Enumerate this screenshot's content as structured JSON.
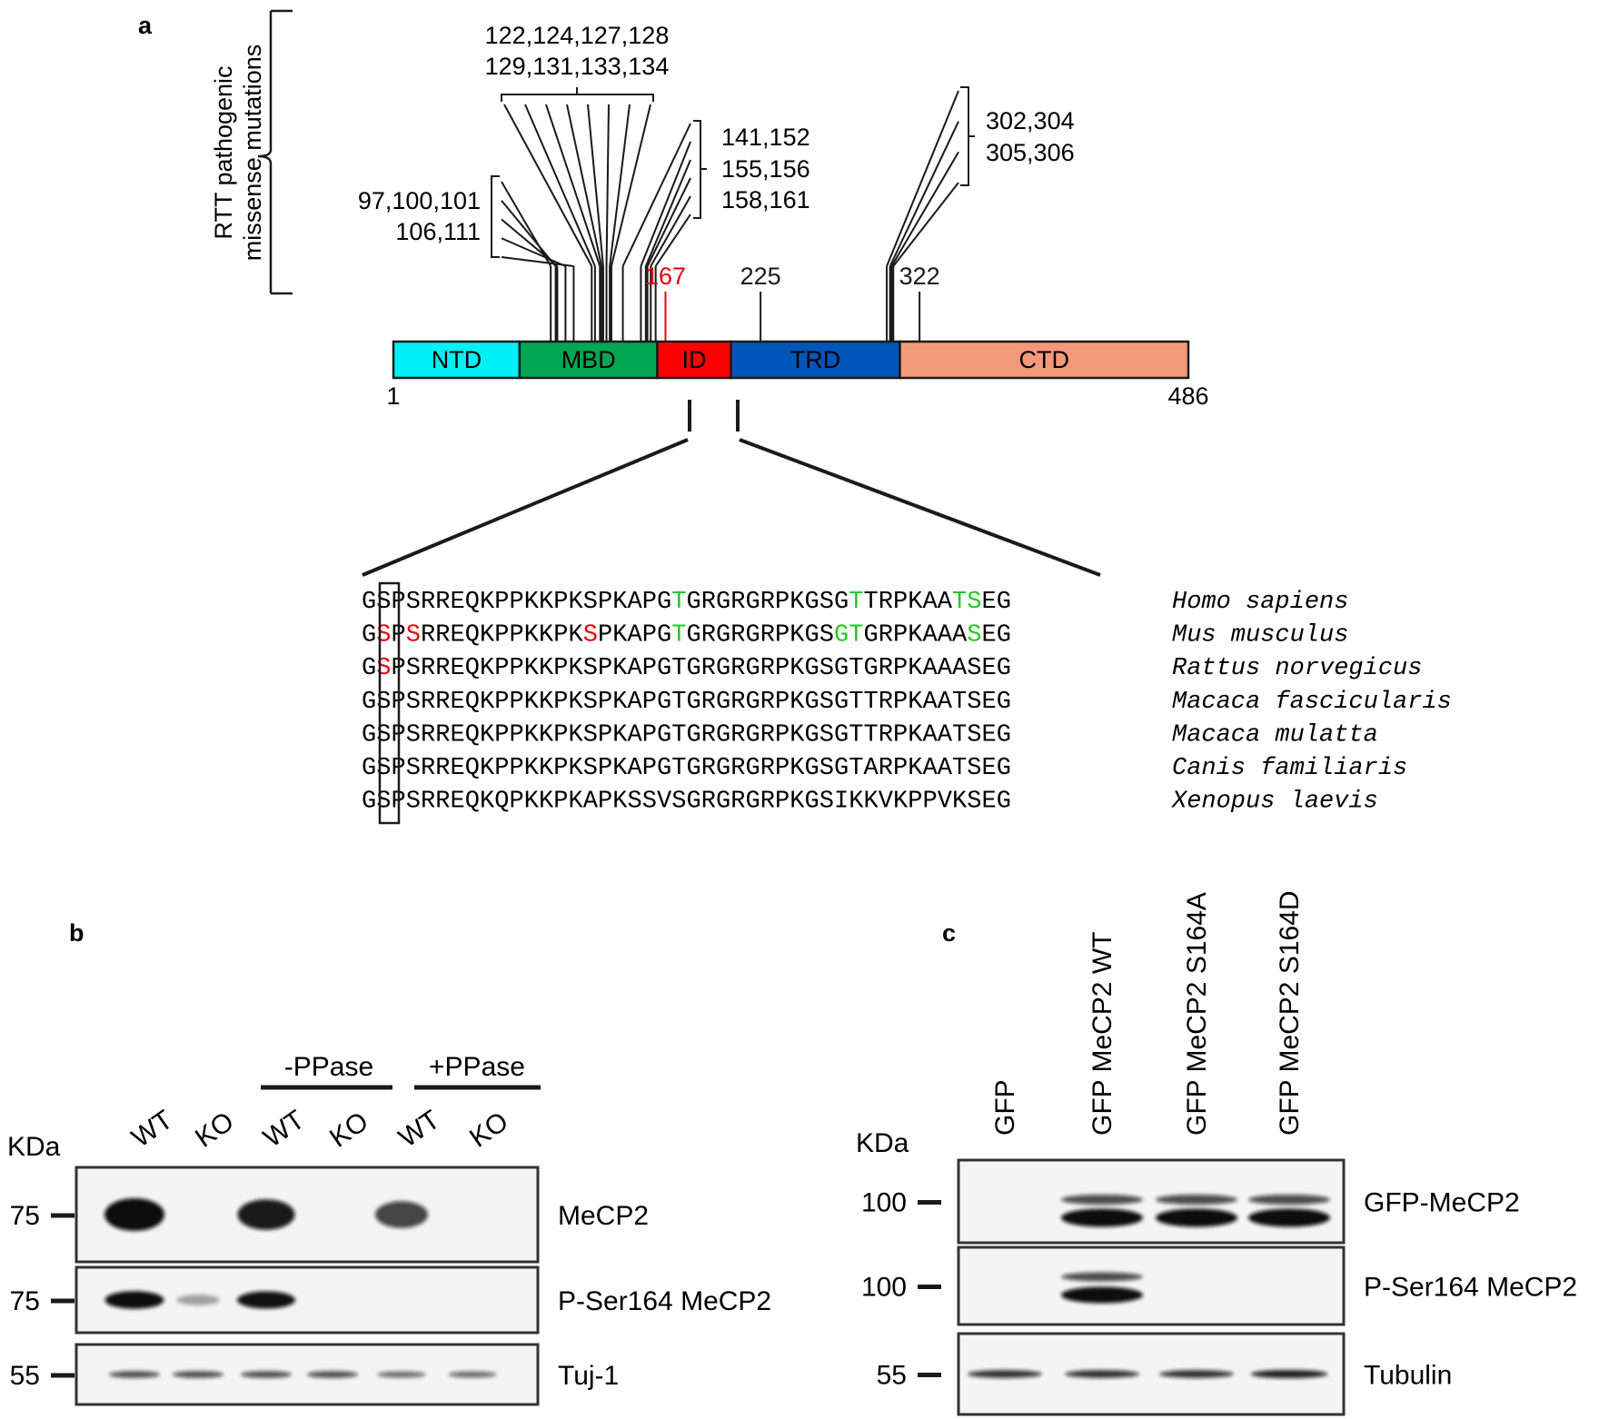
{
  "panels": {
    "a": {
      "label": "a",
      "side_label_line1": "RTT pathogenic",
      "side_label_line2": "missense mutations",
      "protein": {
        "start": 1,
        "end": 486,
        "start_label": "1",
        "end_label": "486",
        "domains": [
          {
            "name": "NTD",
            "start": 1,
            "end": 78,
            "color": "#00f0f5"
          },
          {
            "name": "MBD",
            "start": 78,
            "end": 162,
            "color": "#00a651"
          },
          {
            "name": "ID",
            "start": 162,
            "end": 207,
            "color": "#ff0000"
          },
          {
            "name": "TRD",
            "start": 207,
            "end": 310,
            "color": "#0055b8"
          },
          {
            "name": "CTD",
            "start": 310,
            "end": 486,
            "color": "#f4987a"
          }
        ]
      },
      "mutation_groups": [
        {
          "line1": "97,100,101",
          "line2": "106,111",
          "positions": [
            97,
            100,
            101,
            106,
            111
          ]
        },
        {
          "line1": "122,124,127,128",
          "line2": "129,131,133,134",
          "positions": [
            122,
            124,
            127,
            128,
            129,
            131,
            133,
            134
          ]
        },
        {
          "line1": "141,152",
          "line2": "155,156",
          "line3": "158,161",
          "positions": [
            141,
            152,
            155,
            156,
            158,
            161
          ]
        },
        {
          "line1": "302,304",
          "line2": "305,306",
          "positions": [
            302,
            304,
            305,
            306
          ]
        }
      ],
      "site_markers": [
        {
          "label": "167",
          "position": 167,
          "color": "#e8000b"
        },
        {
          "label": "225",
          "position": 225,
          "color": "#1a1a1a"
        },
        {
          "label": "322",
          "position": 322,
          "color": "#1a1a1a"
        }
      ],
      "alignment": [
        {
          "species": "Homo sapiens",
          "sequence": "GSPSRREQKPPKKPKSPKAPGTGRGRGRPKGSGTTRPKAATSEG",
          "highlights": [
            {
              "index": 21,
              "color": "#22c922"
            },
            {
              "index": 33,
              "color": "#22c922"
            },
            {
              "index": 40,
              "color": "#22c922"
            },
            {
              "index": 41,
              "color": "#22c922"
            }
          ]
        },
        {
          "species": "Mus musculus",
          "sequence": "GSPSRREQKPPKKPKSPKAPGTGRGRGRPKGSGTGRPKAAASEG",
          "highlights": [
            {
              "index": 1,
              "color": "#e8000b"
            },
            {
              "index": 3,
              "color": "#e8000b"
            },
            {
              "index": 15,
              "color": "#e8000b"
            },
            {
              "index": 21,
              "color": "#22c922"
            },
            {
              "index": 32,
              "color": "#22c922"
            },
            {
              "index": 33,
              "color": "#22c922"
            },
            {
              "index": 41,
              "color": "#22c922"
            }
          ]
        },
        {
          "species": "Rattus norvegicus",
          "sequence": "GSPSRREQKPPKKPKSPKAPGTGRGRGRPKGSGTGRPKAAASEG",
          "highlights": [
            {
              "index": 1,
              "color": "#e8000b"
            }
          ]
        },
        {
          "species": "Macaca fascicularis",
          "sequence": "GSPSRREQKPPKKPKSPKAPGTGRGRGRPKGSGTTRPKAATSEG",
          "highlights": []
        },
        {
          "species": "Macaca mulatta",
          "sequence": "GSPSRREQKPPKKPKSPKAPGTGRGRGRPKGSGTTRPKAATSEG",
          "highlights": []
        },
        {
          "species": "Canis familiaris",
          "sequence": "GSPSRREQKPPKKPKSPKAPGTGRGRGRPKGSGTARPKAATSEG",
          "highlights": []
        },
        {
          "species": "Xenopus laevis",
          "sequence": "GSPSRREQKQPKKPKAPKSSVSGRGRGRPKGSIKKVKPPVKSEG",
          "highlights": []
        }
      ]
    },
    "b": {
      "label": "b",
      "kda_label": "KDa",
      "group_labels": [
        "-PPase",
        "+PPase"
      ],
      "lanes": [
        "WT",
        "KO",
        "WT",
        "KO",
        "WT",
        "KO"
      ],
      "blots": [
        {
          "name": "MeCP2",
          "marker": "75",
          "band_intensity": [
            1.0,
            0.0,
            0.85,
            0.0,
            0.6,
            0.0
          ]
        },
        {
          "name": "P-Ser164 MeCP2",
          "marker": "75",
          "band_intensity": [
            0.95,
            0.05,
            0.9,
            0.0,
            0.0,
            0.0
          ]
        },
        {
          "name": "Tuj-1",
          "marker": "55",
          "band_intensity": [
            0.5,
            0.5,
            0.5,
            0.5,
            0.35,
            0.35
          ]
        }
      ]
    },
    "c": {
      "label": "c",
      "kda_label": "KDa",
      "lanes": [
        "GFP",
        "GFP MeCP2 WT",
        "GFP MeCP2 S164A",
        "GFP MeCP2 S164D"
      ],
      "blots": [
        {
          "name": "GFP-MeCP2",
          "marker": "100",
          "band_intensity": [
            0.0,
            1.0,
            1.0,
            1.0
          ]
        },
        {
          "name": "P-Ser164 MeCP2",
          "marker": "100",
          "band_intensity": [
            0.0,
            1.0,
            0.0,
            0.0
          ]
        },
        {
          "name": "Tubulin",
          "marker": "55",
          "band_intensity": [
            0.7,
            0.7,
            0.7,
            0.8
          ]
        }
      ]
    }
  }
}
